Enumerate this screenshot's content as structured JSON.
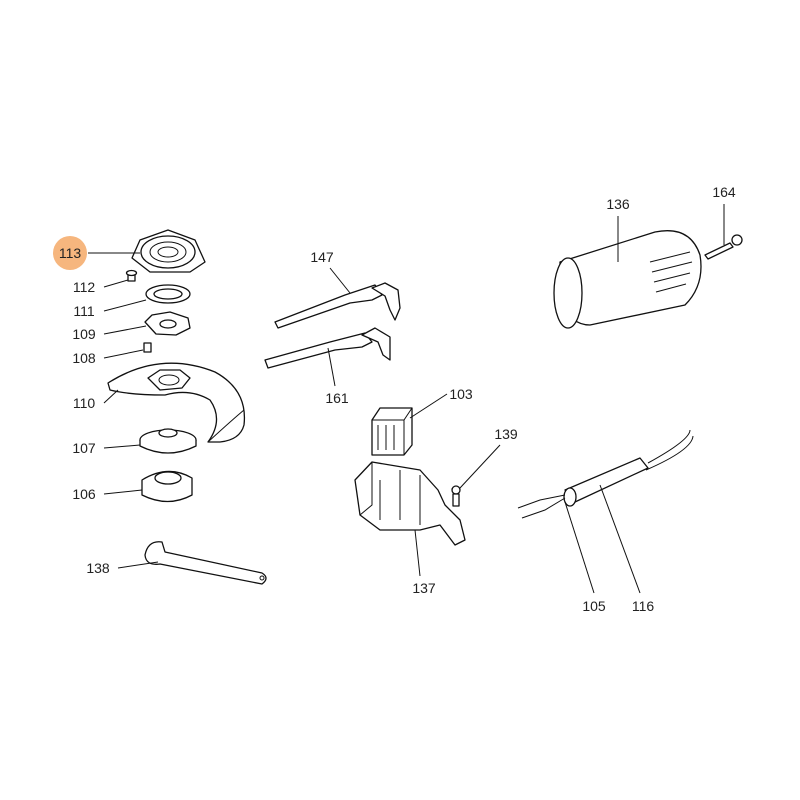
{
  "diagram": {
    "highlight_color": "#f6b67e",
    "highlighted_part": "113",
    "labels": {
      "p113": "113",
      "p112": "112",
      "p111": "111",
      "p109": "109",
      "p108": "108",
      "p110": "110",
      "p107": "107",
      "p106": "106",
      "p138": "138",
      "p147": "147",
      "p161": "161",
      "p103": "103",
      "p139": "139",
      "p137": "137",
      "p136": "136",
      "p164": "164",
      "p105": "105",
      "p116": "116"
    }
  }
}
